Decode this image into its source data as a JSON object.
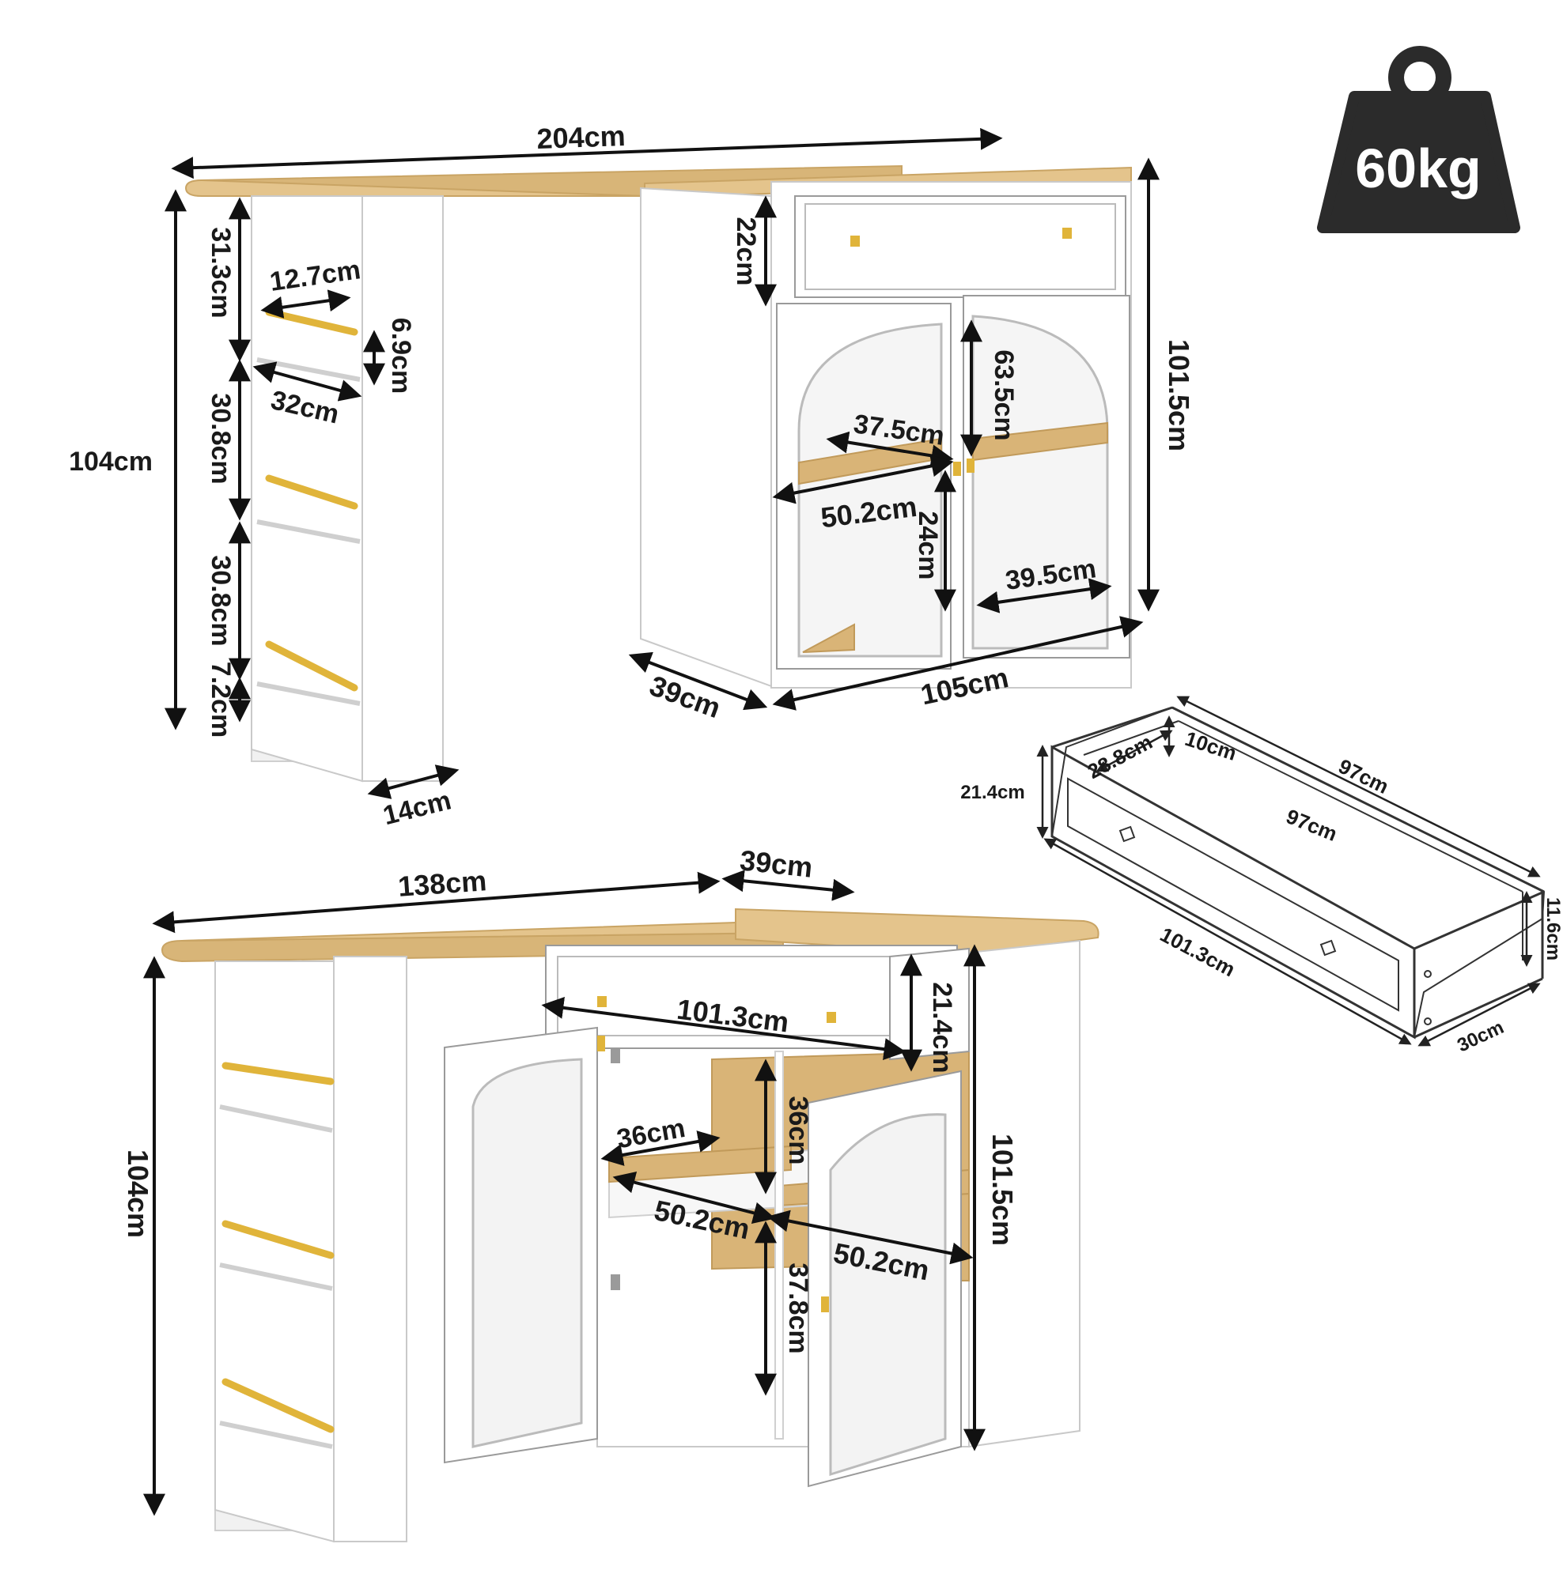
{
  "colors": {
    "wood": "#e4c48c",
    "white": "#ffffff",
    "gold": "#e0b43a",
    "ink": "#111111",
    "weight_icon": "#2b2b2b"
  },
  "weight": {
    "label": "60kg",
    "icon": "weight-icon"
  },
  "top_view": {
    "width_total": "204cm",
    "height": "104cm",
    "shelf_top": "31.3cm",
    "shelf_width": "12.7cm",
    "rail_gap": "6.9cm",
    "shelf_depth": "32cm",
    "shelf_mid": "30.8cm",
    "shelf_low": "30.8cm",
    "base": "7.2cm",
    "column_depth": "14cm",
    "drawer_height": "22cm",
    "cabinet_height": "101.5cm",
    "door_height": "63.5cm",
    "inner_width": "37.5cm",
    "cabinet_inner": "50.2cm",
    "lower_compartment": "24cm",
    "right_inner": "39.5cm",
    "depth": "39cm",
    "cabinet_width": "105cm"
  },
  "drawer_view": {
    "length_back": "97cm",
    "length_inner": "97cm",
    "depth_inner": "28.8cm",
    "side": "10cm",
    "front_height": "21.4cm",
    "inner_height": "11.6cm",
    "front_width": "101.3cm",
    "depth": "30cm"
  },
  "bottom_view": {
    "top_length": "138cm",
    "top_depth": "39cm",
    "height": "104cm",
    "drawer_width": "101.3cm",
    "drawer_height": "21.4cm",
    "upper_compartment": "36cm",
    "shelf_depth": "36cm",
    "left_inner": "50.2cm",
    "right_inner": "50.2cm",
    "lower_compartment": "37.8cm",
    "cabinet_height": "101.5cm"
  }
}
